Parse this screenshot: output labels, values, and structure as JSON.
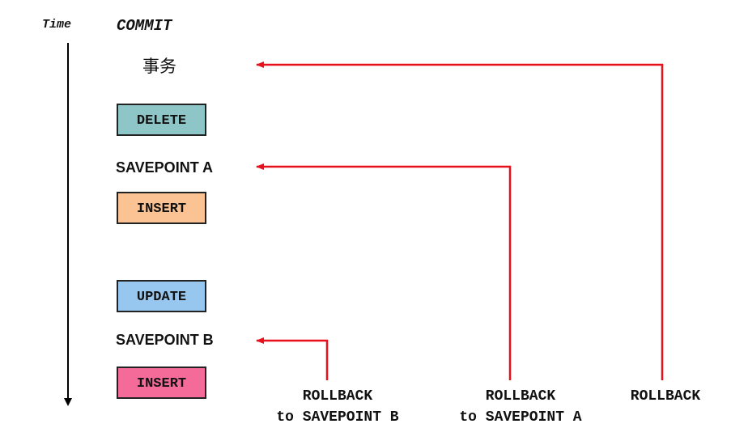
{
  "time_label": "Time",
  "commit_label": "COMMIT",
  "transaction_label": "事务",
  "operations": {
    "delete": "DELETE",
    "insert_1": "INSERT",
    "update": "UPDATE",
    "insert_2": "INSERT"
  },
  "operation_colors": {
    "delete": "#8ec5c6",
    "insert_1": "#fbc393",
    "update": "#97c6ee",
    "insert_2": "#f46a98"
  },
  "savepoints": {
    "a": "SAVEPOINT A",
    "b": "SAVEPOINT B"
  },
  "rollbacks": {
    "to_b": {
      "line1": "ROLLBACK",
      "line2": "to SAVEPOINT B"
    },
    "to_a": {
      "line1": "ROLLBACK",
      "line2": "to SAVEPOINT A"
    },
    "full": {
      "line1": "ROLLBACK"
    }
  },
  "arrow_color": "#e8101c"
}
